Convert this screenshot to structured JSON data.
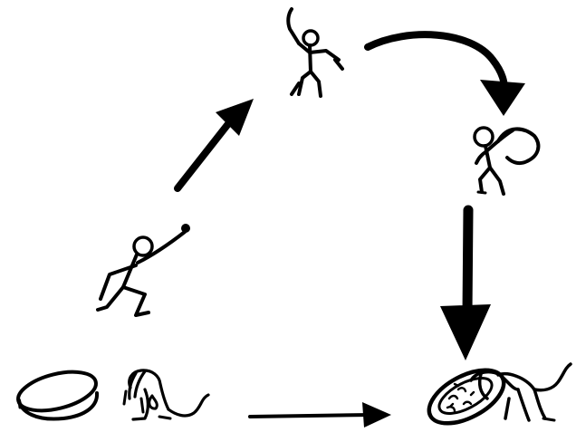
{
  "diagram": {
    "kind": "hand-drawn cycle",
    "ink_color": "#000000",
    "background": "#ffffff",
    "nodes": [
      {
        "id": "bowl",
        "icon": "empty-bowl-icon"
      },
      {
        "id": "sitting-dog",
        "icon": "sitting-dog-icon"
      },
      {
        "id": "running-person",
        "icon": "running-person-icon"
      },
      {
        "id": "person-with-stick",
        "icon": "person-with-stick-icon"
      },
      {
        "id": "person-with-sack",
        "icon": "person-carrying-sack-icon"
      },
      {
        "id": "dog-at-full-bowl",
        "icon": "dog-eating-from-bowl-icon"
      }
    ],
    "edges": [
      {
        "from": "running-person",
        "to": "person-with-stick",
        "style": "thick-arrow"
      },
      {
        "from": "person-with-stick",
        "to": "person-with-sack",
        "style": "curved-thick-arrow"
      },
      {
        "from": "person-with-sack",
        "to": "dog-at-full-bowl",
        "style": "very-thick-arrow"
      },
      {
        "from": "sitting-dog",
        "to": "dog-at-full-bowl",
        "style": "thin-arrow"
      }
    ]
  }
}
